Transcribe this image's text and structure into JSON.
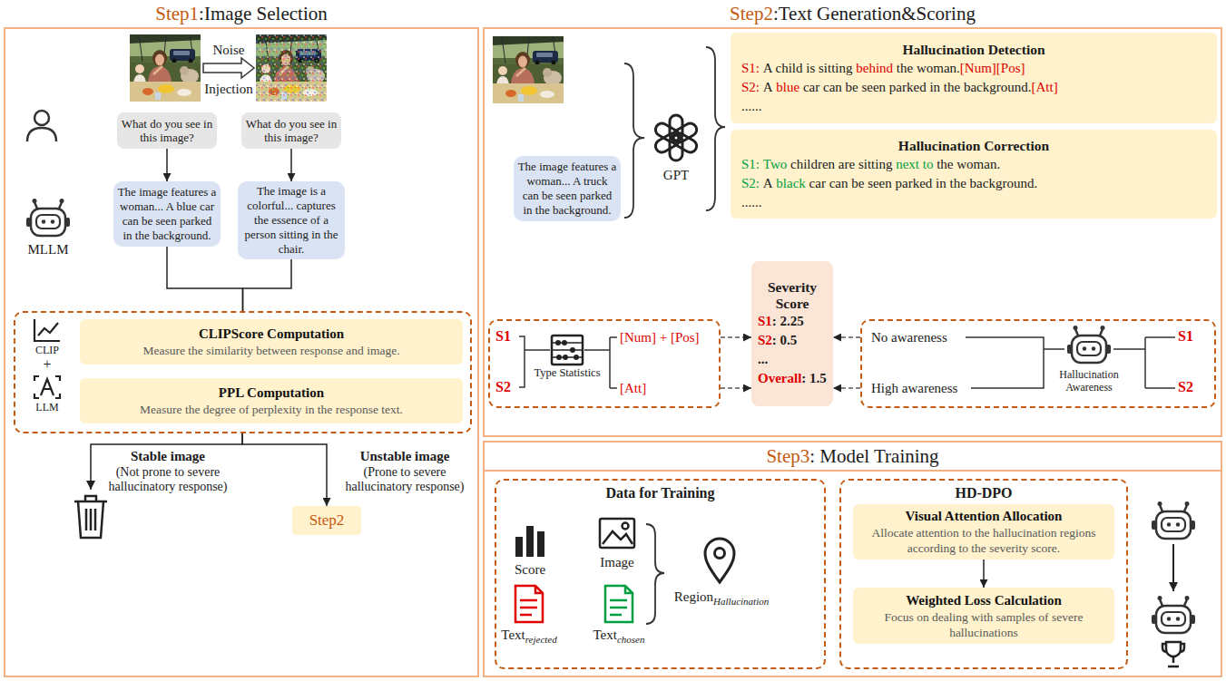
{
  "diagram": {
    "nodes": [
      {
        "text": [
          "Step1",
          ":Image Selection"
        ]
      },
      {
        "text": [
          "What do you see in this image?"
        ],
        "in": 0
      },
      {
        "text": [
          "What do you see in this image?"
        ],
        "in": 0
      },
      {
        "text": [
          "The image features a woman... A blue car can be seen parked in the background."
        ],
        "in": 0
      },
      {
        "text": [
          "The image is a colorful... captures the essence of a person sitting in the chair."
        ],
        "in": 0
      },
      {
        "text": [
          "CLIP",
          "+",
          "LLM"
        ],
        "in": 0
      },
      {
        "text": [
          "CLIPScore Computation",
          "Measure the similarity between response and image."
        ],
        "in": 5
      },
      {
        "text": [
          "PPL Computation",
          "Measure the degree of perplexity in the response text."
        ],
        "in": 5
      },
      {
        "text": [
          "Step2"
        ],
        "in": 0
      },
      {
        "text": [
          "Step2",
          ":Text Generation&Scoring"
        ]
      },
      {
        "text": [
          "The image features a woman... A truck can be seen parked in the background."
        ],
        "in": 9
      },
      {
        "text": [
          "Hallucination Detection",
          "S1:",
          "A child is sitting",
          "behind",
          "the woman.",
          "[Num][Pos]",
          "S2:",
          "A",
          "blue",
          "car can be seen parked in the background.",
          "[Att]",
          "......"
        ],
        "in": 9
      },
      {
        "text": [
          "Hallucination Correction",
          "S1:",
          "Two",
          "children are sitting",
          "next to",
          "the woman.",
          "S2:",
          "A",
          "black",
          "car can be seen parked in the background.",
          "......"
        ],
        "in": 9
      },
      {
        "text": [
          "S1",
          "S2",
          "Type Statistics",
          "[Num] + [Pos]",
          "[Att]"
        ],
        "in": 9
      },
      {
        "text": [
          "Severity Score",
          "S1",
          ": 2.25",
          "S2",
          ": 0.5",
          "...",
          "Overall",
          ": 1.5"
        ],
        "in": 9
      },
      {
        "text": [
          "No awareness",
          "High awareness",
          "Hallucination Awareness",
          "S1",
          "S2"
        ],
        "in": 9
      },
      {
        "text": [
          "Step3",
          ": Model Training"
        ]
      },
      {
        "text": [
          "Data for Training",
          "Score",
          "Image",
          "Text",
          "rejected",
          "Text",
          "chosen",
          "Region",
          "Hallucination"
        ],
        "in": 16
      },
      {
        "text": [
          "HD-DPO"
        ],
        "in": 16
      },
      {
        "text": [
          "Visual Attention Allocation",
          "Allocate attention to the hallucination regions according to the severity score."
        ],
        "in": 18
      },
      {
        "text": [
          "Weighted Loss Calculation",
          "Focus on dealing with samples of severe hallucinations"
        ],
        "in": 18
      }
    ],
    "edges": [
      {
        "from": 1,
        "to": 3,
        "arrow": "to"
      },
      {
        "from": 2,
        "to": 4,
        "arrow": "to"
      },
      {
        "from": 3,
        "to": 5,
        "arrow": "none"
      },
      {
        "from": 4,
        "to": 5,
        "arrow": "none"
      },
      {
        "from": 5,
        "to": 8,
        "arrow": "to"
      },
      {
        "from": 13,
        "to": 14,
        "arrow": "to"
      },
      {
        "from": 13,
        "to": 14,
        "arrow": "to"
      },
      {
        "from": 15,
        "to": 14,
        "arrow": "to"
      },
      {
        "from": 15,
        "to": 14,
        "arrow": "to"
      },
      {
        "from": 19,
        "to": 20,
        "arrow": "to"
      }
    ],
    "labels": [
      "Noise",
      "Injection",
      "MLLM",
      "Stable image",
      "(Not prone to severe hallucinatory response)",
      "Unstable image",
      "(Prone to severe hallucinatory response)",
      "GPT"
    ]
  }
}
